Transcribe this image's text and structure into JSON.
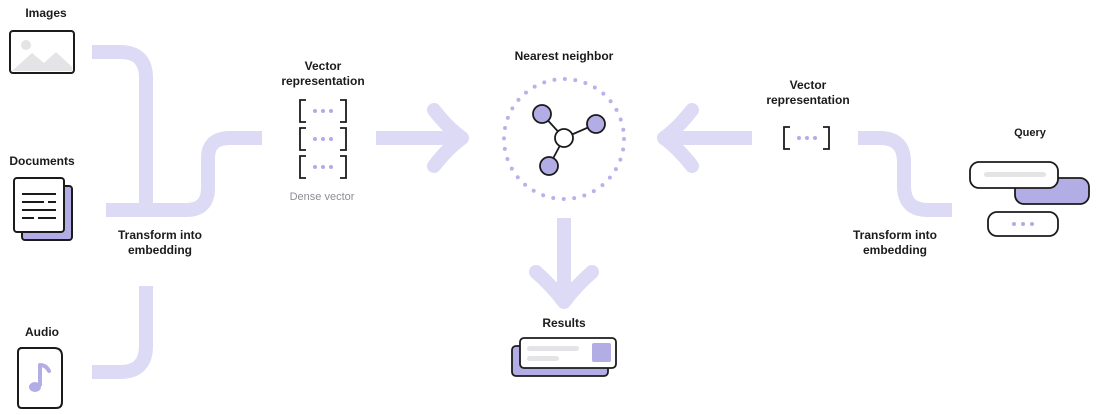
{
  "colors": {
    "flow": "#dcdaf4",
    "accent": "#b3ade6",
    "ink": "#1b1b1b",
    "muted": "#8d8d95",
    "dots": "#b8b2ea"
  },
  "inputs": {
    "images_label": "Images",
    "documents_label": "Documents",
    "audio_label": "Audio"
  },
  "left_transform_label": "Transform into\nembedding",
  "left_vector": {
    "title": "Vector\nrepresentation",
    "caption": "Dense vector"
  },
  "nearest_neighbor": {
    "title": "Nearest neighbor"
  },
  "results": {
    "title": "Results"
  },
  "right_vector": {
    "title": "Vector\nrepresentation"
  },
  "right_transform_label": "Transform into\nembedding",
  "query": {
    "title": "Query"
  },
  "icons": [
    "image-icon",
    "document-icon",
    "audio-icon",
    "vector-bracket-icon",
    "graph-node-icon",
    "chat-bubble-icon",
    "result-card-icon"
  ]
}
